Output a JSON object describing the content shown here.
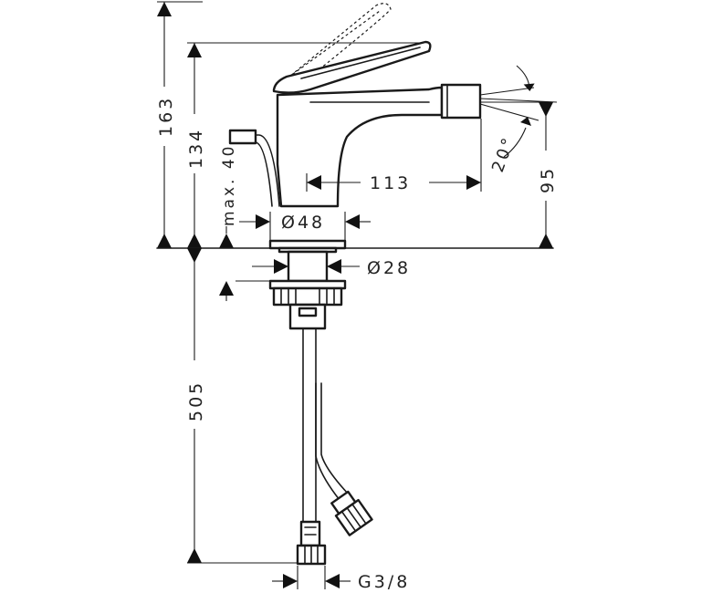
{
  "dimensions": {
    "total_height": "163",
    "lever_height": "134",
    "max_lift_rod": "max. 40",
    "spout_reach": "113",
    "outlet_height": "95",
    "spray_angle": "20°",
    "base_diameter": "Ø48",
    "thread_diameter": "Ø28",
    "hose_length": "505",
    "connection_thread": "G3/8"
  },
  "colors": {
    "line": "#1a1a1a",
    "background": "#ffffff"
  }
}
